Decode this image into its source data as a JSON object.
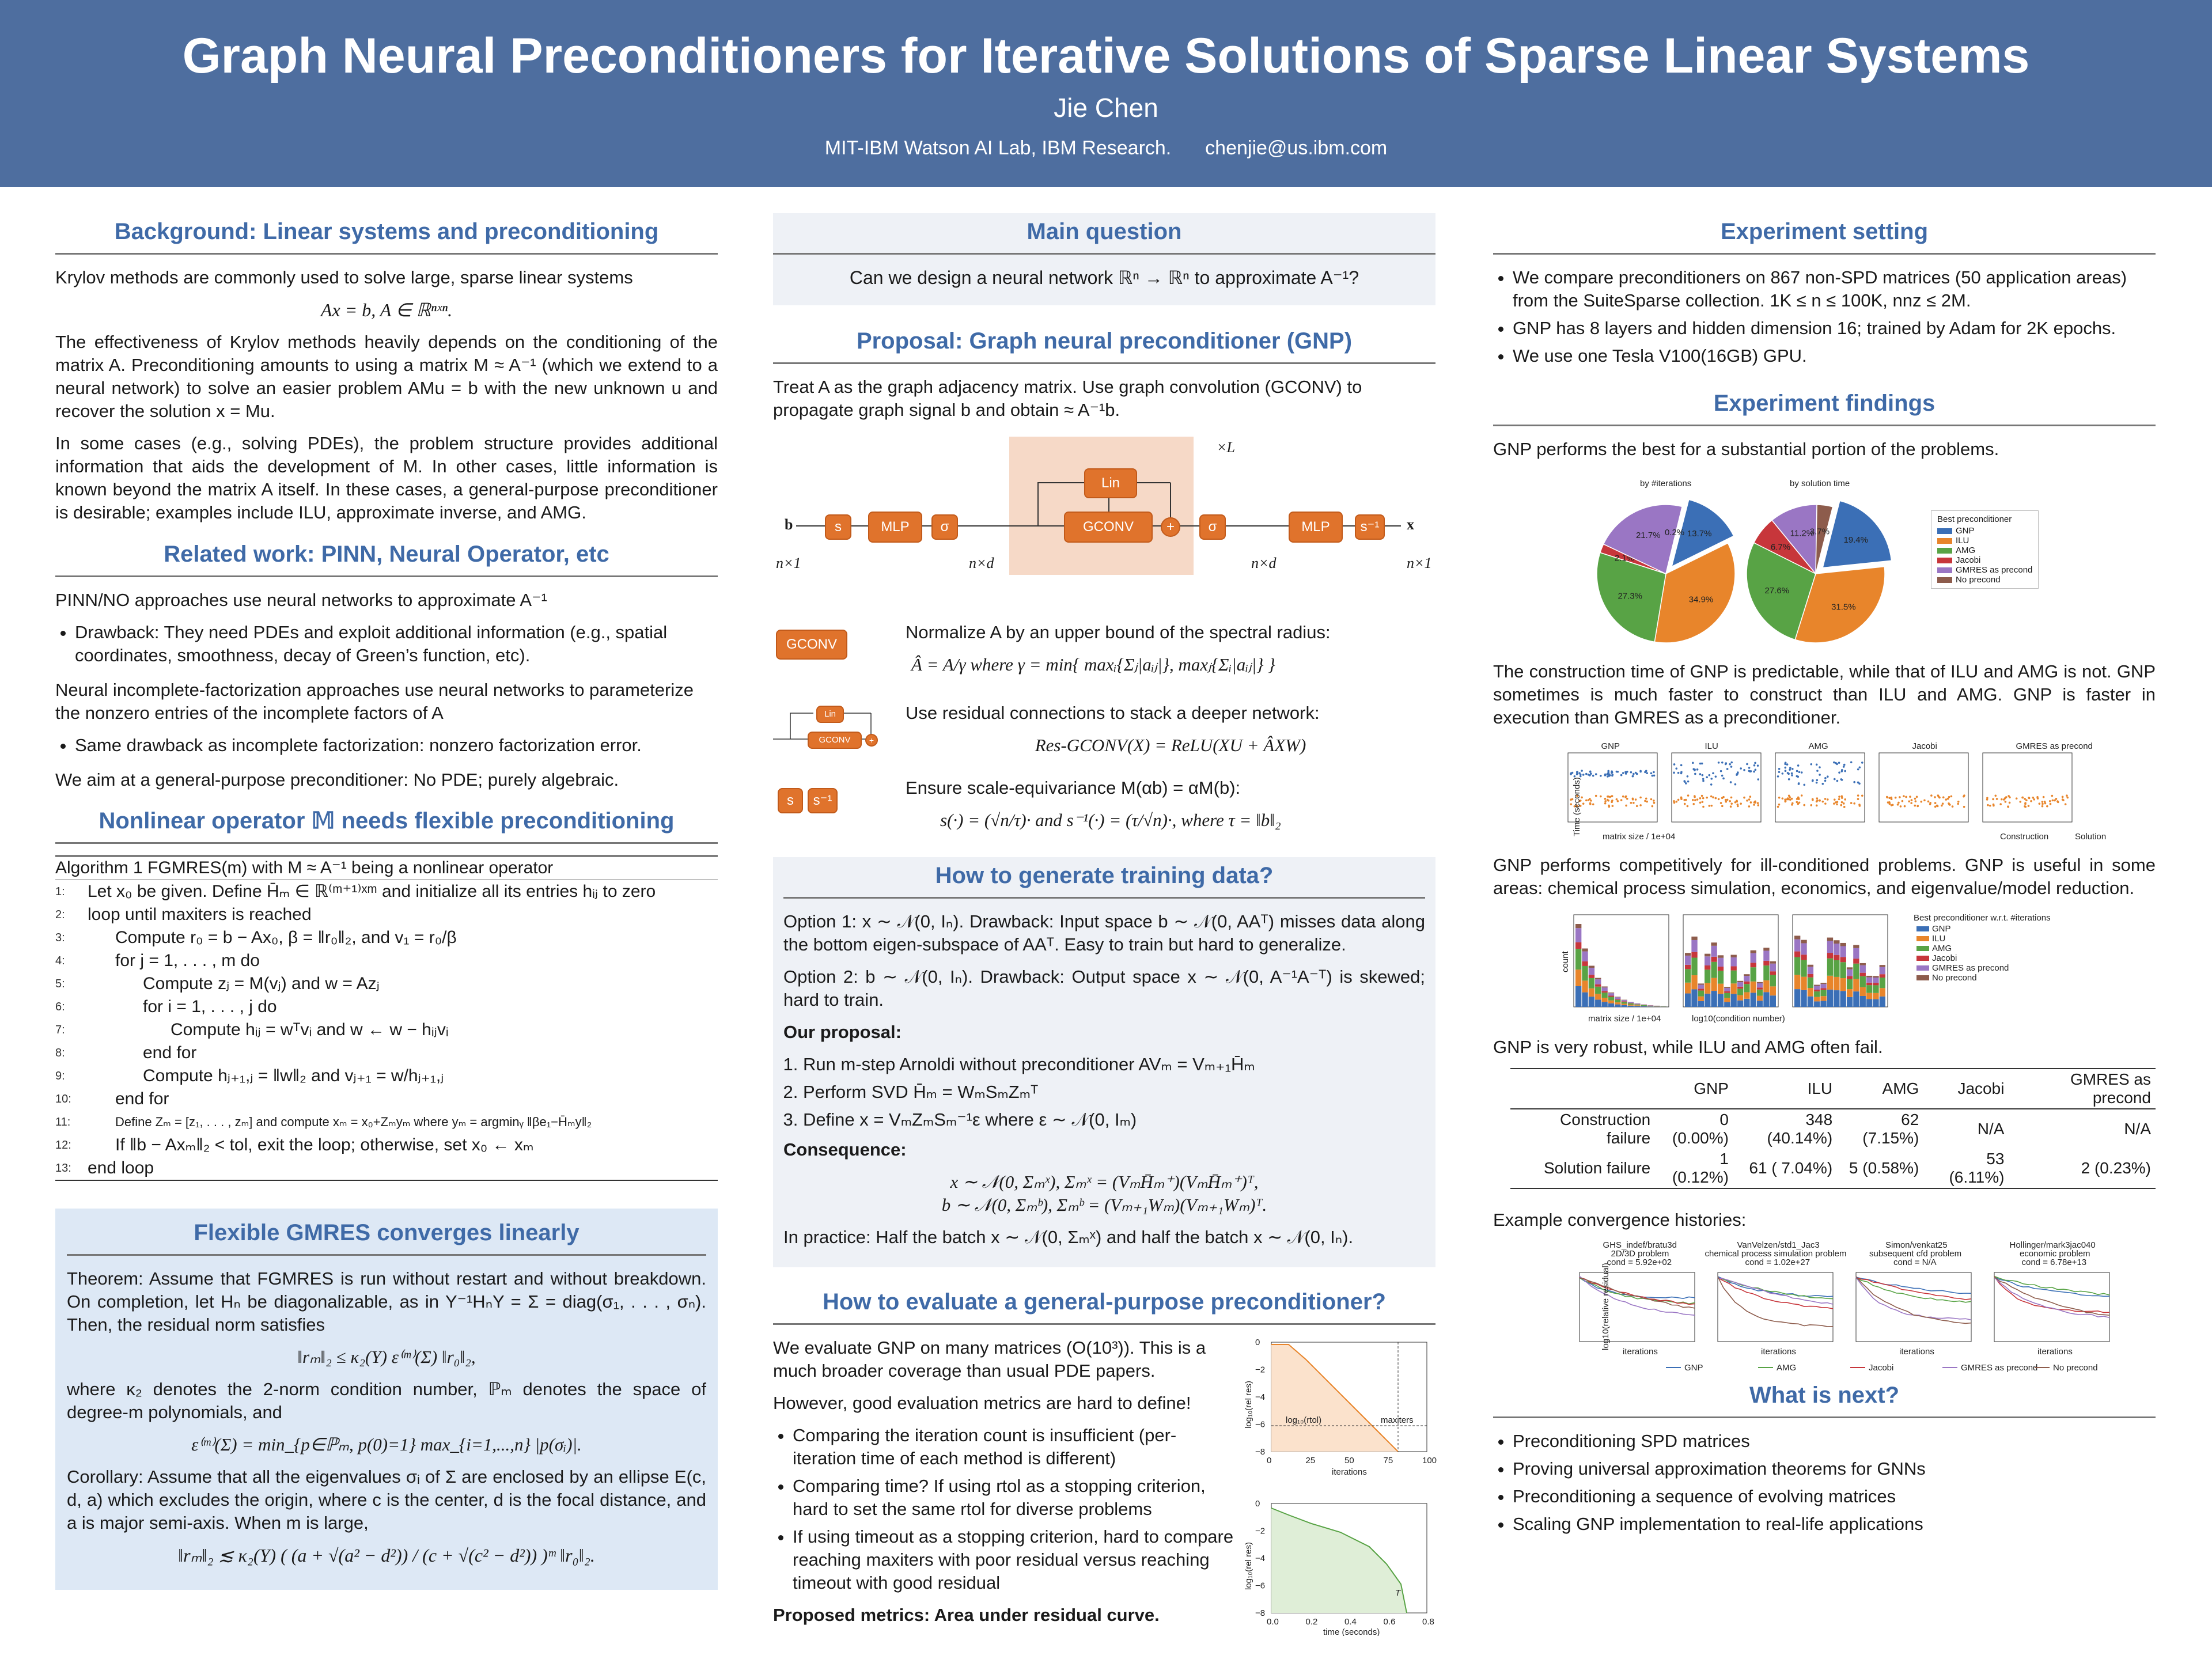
{
  "header": {
    "title": "Graph Neural Preconditioners for Iterative Solutions of Sparse Linear Systems",
    "author": "Jie Chen",
    "affiliation": "MIT-IBM Watson AI Lab, IBM Research.",
    "email": "chenjie@us.ibm.com"
  },
  "background": {
    "heading": "Background: Linear systems and preconditioning",
    "p1": "Krylov methods are commonly used to solve large, sparse linear systems",
    "eq1": "Ax = b,    A ∈ ℝⁿˣⁿ.",
    "p2": "The effectiveness of Krylov methods heavily depends on the conditioning of the matrix A. Preconditioning amounts to using a matrix M ≈ A⁻¹ (which we extend to a neural network) to solve an easier problem AMu = b with the new unknown u and recover the solution x = Mu.",
    "p3": "In some cases (e.g., solving PDEs), the problem structure provides additional information that aids the development of M. In other cases, little information is known beyond the matrix A itself. In these cases, a general-purpose preconditioner is desirable; examples include ILU, approximate inverse, and AMG."
  },
  "related": {
    "heading": "Related work: PINN, Neural Operator, etc",
    "p1": "PINN/NO approaches use neural networks to approximate A⁻¹",
    "b1": "Drawback: They need PDEs and exploit additional information (e.g., spatial coordinates, smoothness, decay of Green’s function, etc).",
    "p2": "Neural incomplete-factorization approaches use neural networks to parameterize the nonzero entries of the incomplete factors of A",
    "b2": "Same drawback as incomplete factorization: nonzero factorization error.",
    "p3": "We aim at a general-purpose preconditioner: No PDE; purely algebraic."
  },
  "nonlinear": {
    "heading": "Nonlinear operator 𝕄 needs flexible preconditioning",
    "algo_title": "Algorithm 1 FGMRES(m) with M ≈ A⁻¹ being a nonlinear operator",
    "lines": [
      {
        "no": "1:",
        "indent": 0,
        "text": "Let x₀ be given. Define H̄ₘ ∈ ℝ⁽ᵐ⁺¹⁾ˣᵐ and initialize all its entries hᵢⱼ to zero"
      },
      {
        "no": "2:",
        "indent": 0,
        "text": "loop until maxiters is reached"
      },
      {
        "no": "3:",
        "indent": 1,
        "text": "Compute r₀ = b − Ax₀, β = ‖r₀‖₂, and v₁ = r₀/β"
      },
      {
        "no": "4:",
        "indent": 1,
        "text": "for j = 1, . . . , m do"
      },
      {
        "no": "5:",
        "indent": 2,
        "text": "Compute zⱼ = M(vⱼ) and w = Azⱼ"
      },
      {
        "no": "6:",
        "indent": 2,
        "text": "for i = 1, . . . , j do"
      },
      {
        "no": "7:",
        "indent": 3,
        "text": "Compute hᵢⱼ = wᵀvᵢ and w ← w − hᵢⱼvᵢ"
      },
      {
        "no": "8:",
        "indent": 2,
        "text": "end for"
      },
      {
        "no": "9:",
        "indent": 2,
        "text": "Compute hⱼ₊₁,ⱼ = ‖w‖₂ and vⱼ₊₁ = w/hⱼ₊₁,ⱼ"
      },
      {
        "no": "10:",
        "indent": 1,
        "text": "end for"
      },
      {
        "no": "11:",
        "indent": 1,
        "text": "Define Zₘ = [z₁, . . . , zₘ] and compute xₘ = x₀+Zₘyₘ where yₘ = argminᵧ ‖βe₁−H̄ₘy‖₂"
      },
      {
        "no": "12:",
        "indent": 1,
        "text": "If ‖b − Axₘ‖₂ < tol, exit the loop; otherwise, set x₀ ← xₘ"
      },
      {
        "no": "13:",
        "indent": 0,
        "text": "end loop"
      }
    ]
  },
  "flexible": {
    "heading": "Flexible GMRES converges linearly",
    "theorem": "Theorem: Assume that FGMRES is run without restart and without breakdown. On completion, let Hₙ be diagonalizable, as in Y⁻¹HₙY = Σ = diag(σ₁, . . . , σₙ). Then, the residual norm satisfies",
    "eq1": "‖rₘ‖₂ ≤ κ₂(Y) ε⁽ᵐ⁾(Σ) ‖r₀‖₂,",
    "p2": "where κ₂ denotes the 2-norm condition number, ℙₘ denotes the space of degree-m polynomials, and",
    "eq2": "ε⁽ᵐ⁾(Σ) = min_{p∈ℙₘ, p(0)=1} max_{i=1,...,n} |p(σᵢ)|.",
    "corollary": "Corollary: Assume that all the eigenvalues σᵢ of Σ are enclosed by an ellipse E(c, d, a) which excludes the origin, where c is the center, d is the focal distance, and a is major semi-axis. When m is large,",
    "eq3": "‖rₘ‖₂ ≲ κ₂(Y) ( (a + √(a² − d²)) / (c + √(c² − d²)) )ᵐ ‖r₀‖₂."
  },
  "main_question": {
    "heading": "Main question",
    "text": "Can we design a neural network ℝⁿ → ℝⁿ to approximate A⁻¹?"
  },
  "proposal": {
    "heading": "Proposal: Graph neural preconditioner (GNP)",
    "p1": "Treat A as the graph adjacency matrix. Use graph convolution (GCONV) to propagate graph signal b and obtain ≈ A⁻¹b.",
    "diagram": {
      "b": "b",
      "x": "x",
      "s": "s",
      "mlp1": "MLP",
      "sigma1": "σ",
      "lin": "Lin",
      "gconv": "GCONV",
      "plus": "+",
      "sigma2": "σ",
      "mlp2": "MLP",
      "sinv": "s⁻¹",
      "times_l": "×L",
      "n1": "n×1",
      "nd1": "n×d",
      "nd2": "n×d",
      "n2": "n×1"
    },
    "gconv_icon": "GCONV",
    "gconv_text": "Normalize A by an upper bound of the spectral radius:",
    "gconv_eq": "Â = A/γ   where   γ = min{ maxᵢ{Σⱼ|aᵢⱼ|}, maxⱼ{Σᵢ|aᵢⱼ|} }",
    "res_icon_lin": "Lin",
    "res_icon_gconv": "GCONV",
    "res_text": "Use residual connections to stack a deeper network:",
    "res_eq": "Res-GCONV(X) = ReLU(XU + ÂXW)",
    "s_icon": "s",
    "sinv_icon": "s⁻¹",
    "scale_text": "Ensure scale-equivariance M(αb) = αM(b):",
    "scale_eq": "s(·) = (√n/τ)·   and   s⁻¹(·) = (τ/√n)·,   where τ = ‖b‖₂"
  },
  "training": {
    "heading": "How to generate training data?",
    "opt1": "Option 1: x ∼ 𝒩(0, Iₙ). Drawback: Input space b ∼ 𝒩(0, AAᵀ) misses data along the bottom eigen-subspace of AAᵀ. Easy to train but hard to generalize.",
    "opt2": "Option 2: b ∼ 𝒩(0, Iₙ). Drawback: Output space x ∼ 𝒩(0, A⁻¹A⁻ᵀ) is skewed; hard to train.",
    "our": "Our proposal:",
    "steps": [
      "Run m-step Arnoldi without preconditioner AVₘ = Vₘ₊₁H̄ₘ",
      "Perform SVD H̄ₘ = WₘSₘZₘᵀ",
      "Define x = VₘZₘSₘ⁻¹ε where ε ∼ 𝒩(0, Iₘ)"
    ],
    "conseq": "Consequence:",
    "ceq1": "x ∼ 𝒩(0, Σₘˣ),     Σₘˣ = (VₘH̄ₘ⁺)(VₘH̄ₘ⁺)ᵀ,",
    "ceq2": "b ∼ 𝒩(0, Σₘᵇ),     Σₘᵇ = (Vₘ₊₁Wₘ)(Vₘ₊₁Wₘ)ᵀ.",
    "practice": "In practice: Half the batch x ∼ 𝒩(0, Σₘˣ) and half the batch x ∼ 𝒩(0, Iₙ)."
  },
  "evaluate": {
    "heading": "How to evaluate a general-purpose preconditioner?",
    "p1": "We evaluate GNP on many matrices (O(10³)). This is a much broader coverage than usual PDE papers.",
    "p2": "However, good evaluation metrics are hard to define!",
    "bullets": [
      "Comparing the iteration count is insufficient (per-iteration time of each method is different)",
      "Comparing time? If using rtol as a stopping criterion, hard to set the same rtol for diverse problems",
      "If using timeout as a stopping criterion, hard to compare reaching maxiters with poor residual versus reaching timeout with good residual"
    ],
    "metric": "Proposed metrics: Area under residual curve.",
    "plot1": {
      "ylabel": "log₁₀(rel res)",
      "xlabel": "iterations",
      "rtol": "log₁₀(rtol)",
      "maxiters": "maxiters",
      "xticks": [
        "0",
        "25",
        "50",
        "75",
        "100"
      ],
      "yticks": [
        "0",
        "−2",
        "−4",
        "−6",
        "−8"
      ]
    },
    "plot2": {
      "ylabel": "log₁₀(rel res)",
      "xlabel": "time (seconds)",
      "tau": "T",
      "xticks": [
        "0.0",
        "0.2",
        "0.4",
        "0.6",
        "0.8"
      ],
      "yticks": [
        "0",
        "−2",
        "−4",
        "−6",
        "−8"
      ]
    }
  },
  "setting": {
    "heading": "Experiment setting",
    "bullets": [
      "We compare preconditioners on 867 non-SPD matrices (50 application areas) from the SuiteSparse collection. 1K ≤ n ≤ 100K, nnz ≤ 2M.",
      "GNP has 8 layers and hidden dimension 16; trained by Adam for 2K epochs.",
      "We use one Tesla V100(16GB) GPU."
    ]
  },
  "findings": {
    "heading": "Experiment findings",
    "p1": "GNP performs the best for a substantial portion of the problems.",
    "pie1_title": "by #iterations",
    "pie2_title": "by solution time",
    "legend_title": "Best preconditioner",
    "legend": [
      {
        "name": "GNP",
        "color": "#3b6fb6"
      },
      {
        "name": "ILU",
        "color": "#e8852b"
      },
      {
        "name": "AMG",
        "color": "#58a345"
      },
      {
        "name": "Jacobi",
        "color": "#c7363b"
      },
      {
        "name": "GMRES as precond",
        "color": "#9a76c4"
      },
      {
        "name": "No precond",
        "color": "#8d5c4c"
      }
    ],
    "pie1": [
      13.7,
      34.9,
      27.3,
      2.1,
      21.7,
      0.2
    ],
    "pie2": [
      19.4,
      31.5,
      27.6,
      6.7,
      11.2,
      3.7
    ],
    "pie1_labels": [
      "13.7%",
      "34.9%",
      "27.3%",
      "2.1%",
      "21.7%",
      "0.2%"
    ],
    "pie2_labels": [
      "19.4%",
      "31.5%",
      "27.6%",
      "6.7%",
      "11.2%",
      "3.7%"
    ],
    "p2": "The construction time of GNP is predictable, while that of ILU and AMG is not. GNP sometimes is much faster to construct than ILU and AMG. GNP is faster in execution than GMRES as a preconditioner.",
    "scatter_titles": [
      "GNP",
      "ILU",
      "AMG",
      "Jacobi",
      "GMRES as precond"
    ],
    "scatter_ylabel": "Time (seconds)",
    "scatter_xlabel": "matrix size / 1e+04",
    "scatter_legend": [
      "Construction",
      "Solution"
    ],
    "p3": "GNP performs competitively for ill-conditioned problems. GNP is useful in some areas: chemical process simulation, economics, and eigenvalue/model reduction.",
    "hist_ylabel": "count",
    "hist_xlabel1": "matrix size / 1e+04",
    "hist_xlabel2": "log10(condition number)",
    "hist_legend_title": "Best preconditioner w.r.t. #iterations",
    "p4": "GNP is very robust, while ILU and AMG often fail.",
    "table": {
      "cols": [
        "",
        "GNP",
        "ILU",
        "AMG",
        "Jacobi",
        "GMRES as precond"
      ],
      "rows": [
        [
          "Construction failure",
          "0 (0.00%)",
          "348 (40.14%)",
          "62 (7.15%)",
          "N/A",
          "N/A"
        ],
        [
          "Solution failure",
          "1 (0.12%)",
          "61 ( 7.04%)",
          "5 (0.58%)",
          "53 (6.11%)",
          "2 (0.23%)"
        ]
      ]
    },
    "p5": "Example convergence histories:",
    "conv_titles": [
      [
        "GHS_indef/bratu3d",
        "2D/3D problem",
        "cond = 5.92e+02"
      ],
      [
        "VanVelzen/std1_Jac3",
        "chemical process simulation problem",
        "cond = 1.02e+27"
      ],
      [
        "Simon/venkat25",
        "subsequent cfd problem",
        "cond = N/A"
      ],
      [
        "Hollinger/mark3jac040",
        "economic problem",
        "cond = 6.78e+13"
      ]
    ],
    "conv_ylabel": "log10(relative residual)",
    "conv_xlabel": "iterations",
    "conv_legend": [
      "GNP",
      "AMG",
      "Jacobi",
      "GMRES as precond",
      "No precond"
    ]
  },
  "next": {
    "heading": "What is next?",
    "bullets": [
      "Preconditioning SPD matrices",
      "Proving universal approximation theorems for GNNs",
      "Preconditioning a sequence of evolving matrices",
      "Scaling GNP implementation to real-life applications"
    ]
  }
}
